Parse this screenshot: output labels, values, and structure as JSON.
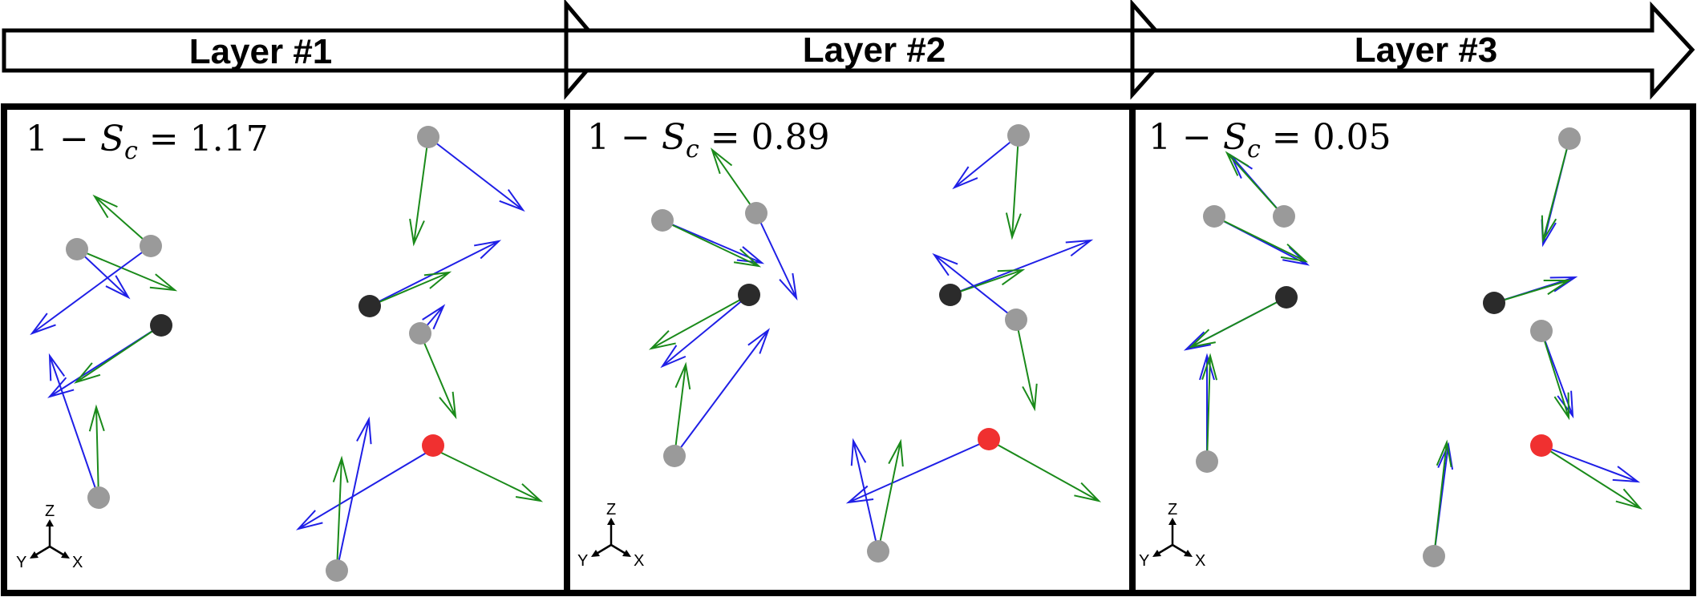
{
  "colors": {
    "blue_vector": "#1f1fe6",
    "green_vector": "#1a8a1a",
    "gray_atom": "#9a9a9a",
    "black_atom": "#2b2b2b",
    "red_atom": "#f03030"
  },
  "layers": [
    {
      "title": "Layer #1",
      "metric_prefix": "1 − ",
      "metric_symbol": "S",
      "metric_sub": "c",
      "metric_value": " = 1.17",
      "axes": {
        "z": "Z",
        "y": "Y",
        "x": "X"
      }
    },
    {
      "title": "Layer #2",
      "metric_prefix": "1 − ",
      "metric_symbol": "S",
      "metric_sub": "c",
      "metric_value": " = 0.89",
      "axes": {
        "z": "Z",
        "y": "Y",
        "x": "X"
      }
    },
    {
      "title": "Layer #3",
      "metric_prefix": "1 − ",
      "metric_symbol": "S",
      "metric_sub": "c",
      "metric_value": " = 0.05",
      "axes": {
        "z": "Z",
        "y": "Y",
        "x": "X"
      }
    }
  ]
}
